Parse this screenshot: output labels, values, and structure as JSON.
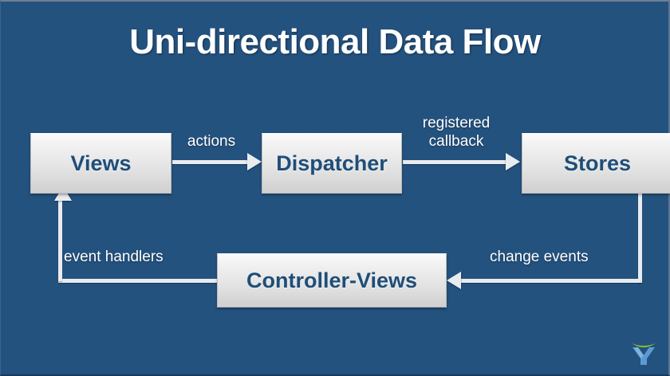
{
  "slide": {
    "title": "Uni-directional Data Flow",
    "background_color": "#24527f",
    "title_color": "#ffffff"
  },
  "nodes": [
    {
      "id": "views",
      "label": "Views",
      "text_color": "#1f4e79"
    },
    {
      "id": "dispatcher",
      "label": "Dispatcher",
      "text_color": "#1f4e79"
    },
    {
      "id": "stores",
      "label": "Stores",
      "text_color": "#1f4e79"
    },
    {
      "id": "controller",
      "label": "Controller-Views",
      "text_color": "#1f4e79"
    }
  ],
  "edges": [
    {
      "id": "actions",
      "label": "actions",
      "from": "views",
      "to": "dispatcher",
      "direction": "right"
    },
    {
      "id": "callback",
      "label": "registered\ncallback",
      "from": "dispatcher",
      "to": "stores",
      "direction": "right"
    },
    {
      "id": "change-events",
      "label": "change events",
      "from": "stores",
      "to": "controller",
      "direction": "left"
    },
    {
      "id": "event-handlers",
      "label": "event handlers",
      "from": "controller",
      "to": "views",
      "direction": "up"
    }
  ],
  "logo": {
    "name": "x-logo",
    "arc_color": "#8cbf2a",
    "mark_color": "#5b9bd5"
  }
}
